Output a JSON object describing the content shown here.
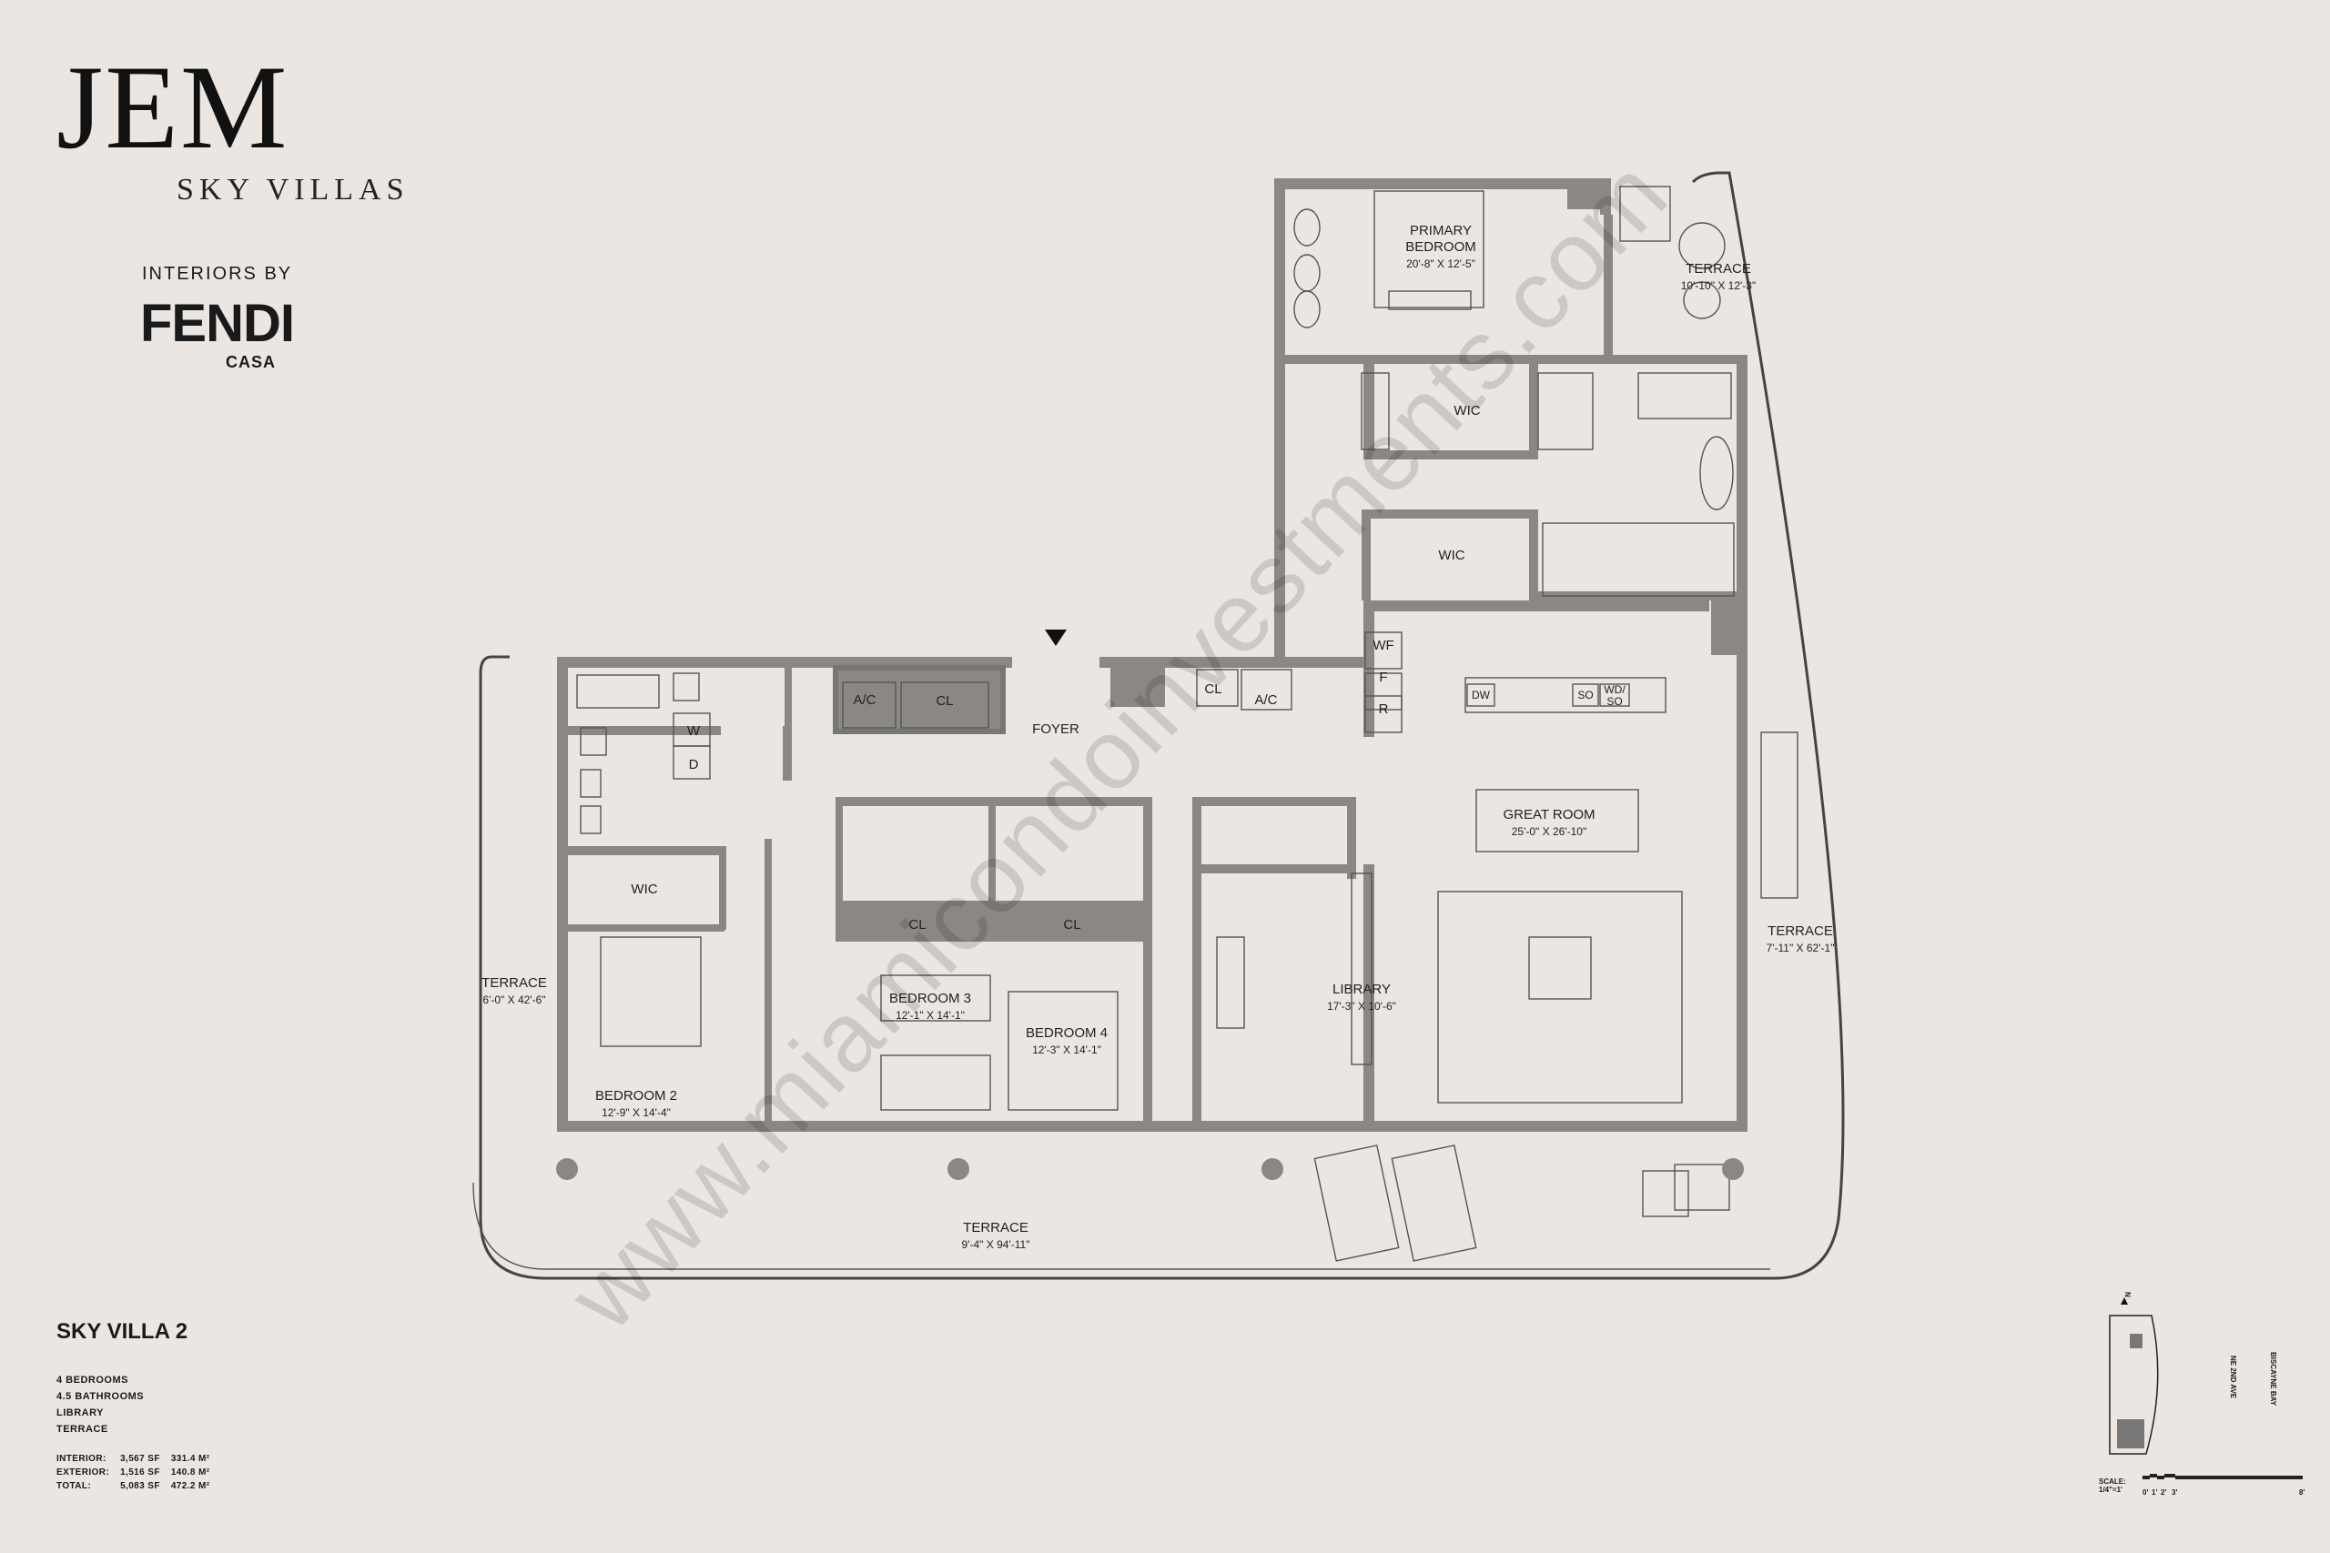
{
  "brand": {
    "logo": "JEM",
    "subtitle": "SKY VILLAS",
    "interiors_by": "INTERIORS BY",
    "designer": "FENDI",
    "designer_sub": "CASA"
  },
  "unit": {
    "name": "SKY VILLA 2",
    "features": [
      "4 BEDROOMS",
      "4.5 BATHROOMS",
      "LIBRARY",
      "TERRACE"
    ],
    "areas": [
      {
        "label": "INTERIOR:",
        "sf": "3,567 SF",
        "m2": "331.4 M²"
      },
      {
        "label": "EXTERIOR:",
        "sf": "1,516 SF",
        "m2": "140.8 M²"
      },
      {
        "label": "TOTAL:",
        "sf": "5,083 SF",
        "m2": "472.2 M²"
      }
    ]
  },
  "rooms": {
    "primary_bedroom": {
      "name1": "PRIMARY",
      "name2": "BEDROOM",
      "dims": "20'-8\" X 12'-5\""
    },
    "terrace_ne": {
      "name": "TERRACE",
      "dims": "10'-10\" X 12'-3\""
    },
    "wic_primary_1": {
      "name": "WIC"
    },
    "wic_primary_2": {
      "name": "WIC"
    },
    "great_room": {
      "name": "GREAT ROOM",
      "dims": "25'-0\" X 26'-10\""
    },
    "terrace_e": {
      "name": "TERRACE",
      "dims": "7'-11\" X 62'-1\""
    },
    "library": {
      "name": "LIBRARY",
      "dims": "17'-3\" X 10'-6\""
    },
    "foyer": {
      "name": "FOYER"
    },
    "bedroom_2": {
      "name": "BEDROOM 2",
      "dims": "12'-9\" X 14'-4\""
    },
    "bedroom_3": {
      "name": "BEDROOM 3",
      "dims": "12'-1\" X 14'-1\""
    },
    "bedroom_4": {
      "name": "BEDROOM 4",
      "dims": "12'-3\" X 14'-1\""
    },
    "terrace_w": {
      "name": "TERRACE",
      "dims": "6'-0\" X 42'-6\""
    },
    "terrace_s": {
      "name": "TERRACE",
      "dims": "9'-4\" X 94'-11\""
    },
    "wic_bed2": {
      "name": "WIC"
    },
    "cl_1": {
      "name": "CL"
    },
    "cl_2": {
      "name": "CL"
    },
    "cl_3": {
      "name": "CL"
    },
    "cl_4": {
      "name": "CL"
    },
    "ac_1": {
      "name": "A/C"
    },
    "ac_2": {
      "name": "A/C"
    },
    "washer": {
      "name": "W"
    },
    "dryer": {
      "name": "D"
    },
    "kitchen": {
      "wf": "WF",
      "f": "F",
      "r": "R",
      "dw": "DW",
      "so": "SO",
      "wdso1": "WD/",
      "wdso2": "SO"
    }
  },
  "watermark": "www.miamicondoinvestments.com",
  "keyplan": {
    "north": "N",
    "street1": "NE 2ND AVE",
    "street2": "BISCAYNE BAY"
  },
  "scale": {
    "label": "SCALE:",
    "ratio": "1/4\"=1'",
    "ticks": [
      "0'",
      "1'",
      "2'",
      "3'",
      "8'"
    ]
  },
  "colors": {
    "background": "#ebe6e1",
    "wall": "#8a8784",
    "line": "#444444"
  }
}
